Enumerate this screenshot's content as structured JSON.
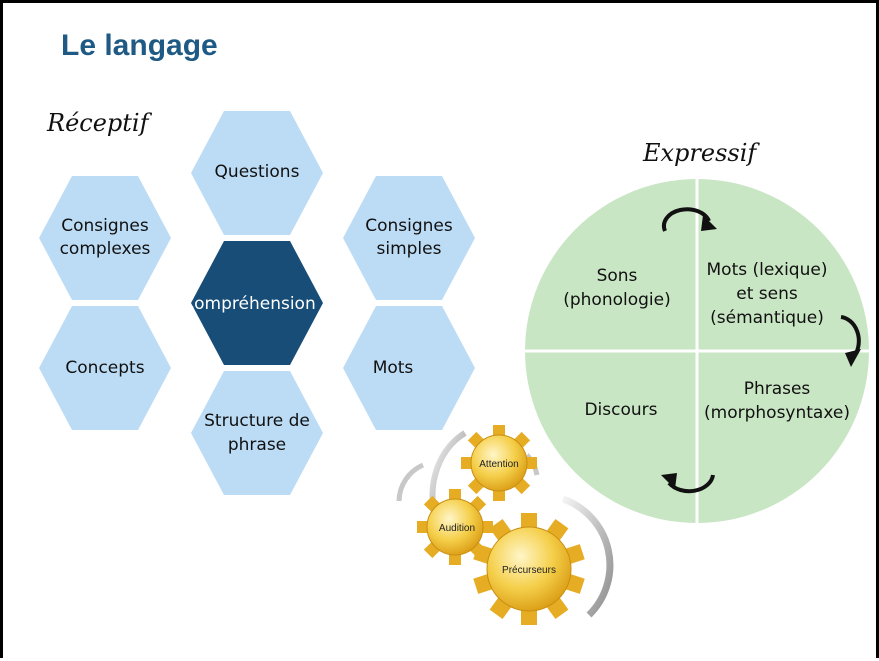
{
  "title": "Le langage",
  "receptif": {
    "heading": "Réceptif",
    "center": "Compréhension",
    "questions": "Questions",
    "consignes_complexes": [
      "Consignes",
      "complexes"
    ],
    "consignes_simples": [
      "Consignes",
      "simples"
    ],
    "concepts": "Concepts",
    "mots": "Mots",
    "structure": [
      "Structure  de",
      "phrase"
    ]
  },
  "expressif": {
    "heading": "Expressif",
    "sons": [
      "Sons",
      "(phonologie)"
    ],
    "mots_sens": [
      "Mots (lexique)",
      "et sens",
      "(sémantique)"
    ],
    "discours": "Discours",
    "phrases": [
      "Phrases",
      "(morphosyntaxe)"
    ]
  },
  "gears": {
    "attention": "Attention",
    "audition": "Audition",
    "precurseurs": "Précurseurs"
  },
  "colors": {
    "title": "#1f5a85",
    "hex_light": "#bcdcf5",
    "hex_dark": "#174d77",
    "circle": "#c9e6c4",
    "gear": "#f0c23a"
  }
}
